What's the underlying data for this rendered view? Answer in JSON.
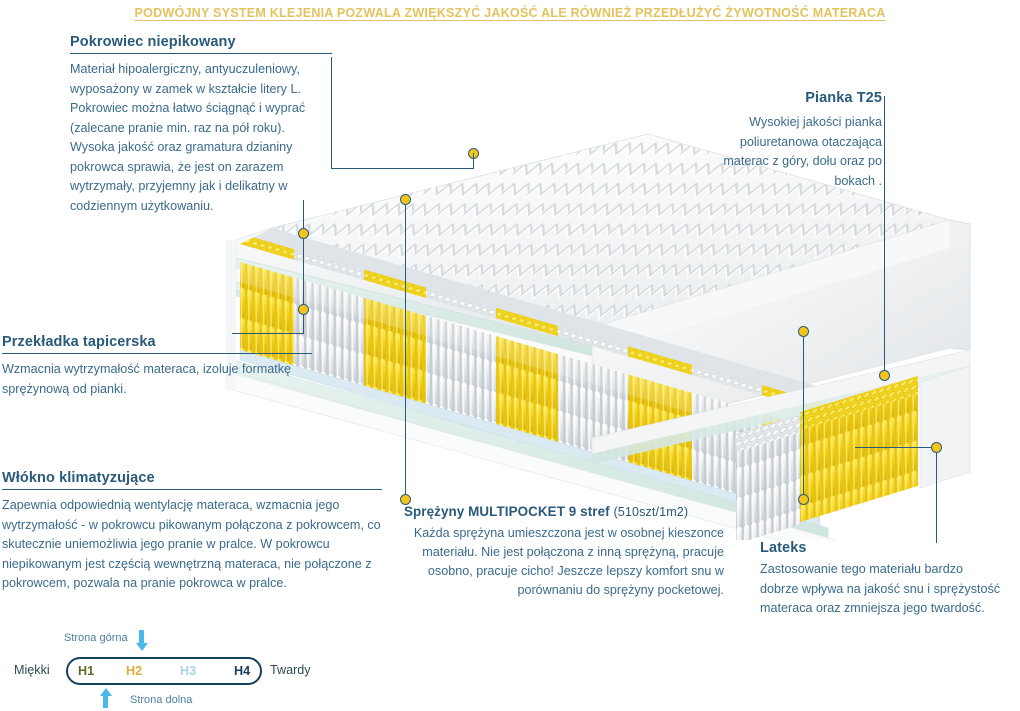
{
  "banner": {
    "text": "PODWÓJNY SYSTEM KLEJENIA POZWALA ZWIĘKSZYĆ JAKOŚĆ ALE RÓWNIEŻ PRZEDŁUŻYĆ ŻYWOTNOŚĆ MATERACA",
    "color": "#e2c35e"
  },
  "blocks": {
    "cover": {
      "title": "Pokrowiec  niepikowany",
      "body": "Materiał hipoalergiczny, antyuczuleniowy, wyposażony w zamek w kształcie litery L. Pokrowiec można łatwo ściągnąć i wyprać (zalecane pranie min.  raz na pół roku). Wysoka jakość oraz gramatura dzianiny pokrowca sprawia, że jest on zarazem wytrzymały, przyjemny jak i delikatny w codziennym użytkowaniu."
    },
    "interlayer": {
      "title": "Przekładka tapicerska",
      "body": "Wzmacnia wytrzymałość materaca, izoluje formatkę sprężynową od pianki."
    },
    "fibre": {
      "title": "Włókno klimatyzujące",
      "body": "Zapewnia odpowiednią wentylację materaca, wzmacnia jego wytrzymałość - w pokrowcu pikowanym połączona z pokrowcem, co skutecznie uniemożliwia jego pranie w pralce. W pokrowcu niepikowanym jest częścią wewnętrzną materaca, nie połączone z pokrowcem, pozwala na pranie pokrowca w pralce."
    },
    "foam": {
      "title": "Pianka T25",
      "body": "Wysokiej jakości pianka poliuretanowa otaczająca materac z góry, dołu oraz po bokach ."
    },
    "springs": {
      "title": "Sprężyny MULTIPOCKET 9 stref",
      "title_sub": "(510szt/1m2)",
      "body": "Każda sprężyna umieszczona jest w osobnej kieszonce materiału. Nie jest połączona z inną sprężyną, pracuje osobno, pracuje cicho! Jeszcze lepszy komfort snu w porównaniu do sprężyny pocketowej."
    },
    "latex": {
      "title": "Lateks",
      "body": "Zastosowanie tego materiału bardzo dobrze wpływa na jakość snu i sprężystość materaca oraz zmniejsza jego twardość."
    }
  },
  "hardness_scale": {
    "soft_label": "Miękki",
    "hard_label": "Twardy",
    "top_side_label": "Strona górna",
    "bottom_side_label": "Strona dolna",
    "levels": [
      {
        "label": "H1",
        "color": "#5d6b2b"
      },
      {
        "label": "H2",
        "color": "#e0a93c"
      },
      {
        "label": "H3",
        "color": "#a9d4e8"
      },
      {
        "label": "H4",
        "color": "#17405c"
      }
    ],
    "arrow_color": "#4ab8e8"
  },
  "illustration": {
    "description": "mattress-cutaway",
    "spring_yellow": "#f2d01e",
    "spring_white": "#e9ecee",
    "foam_white": "#f6f7f8",
    "interlayer_mint": "#dfeeea",
    "leader_color": "#2a5a7a",
    "dot_color": "#f3c51b"
  }
}
